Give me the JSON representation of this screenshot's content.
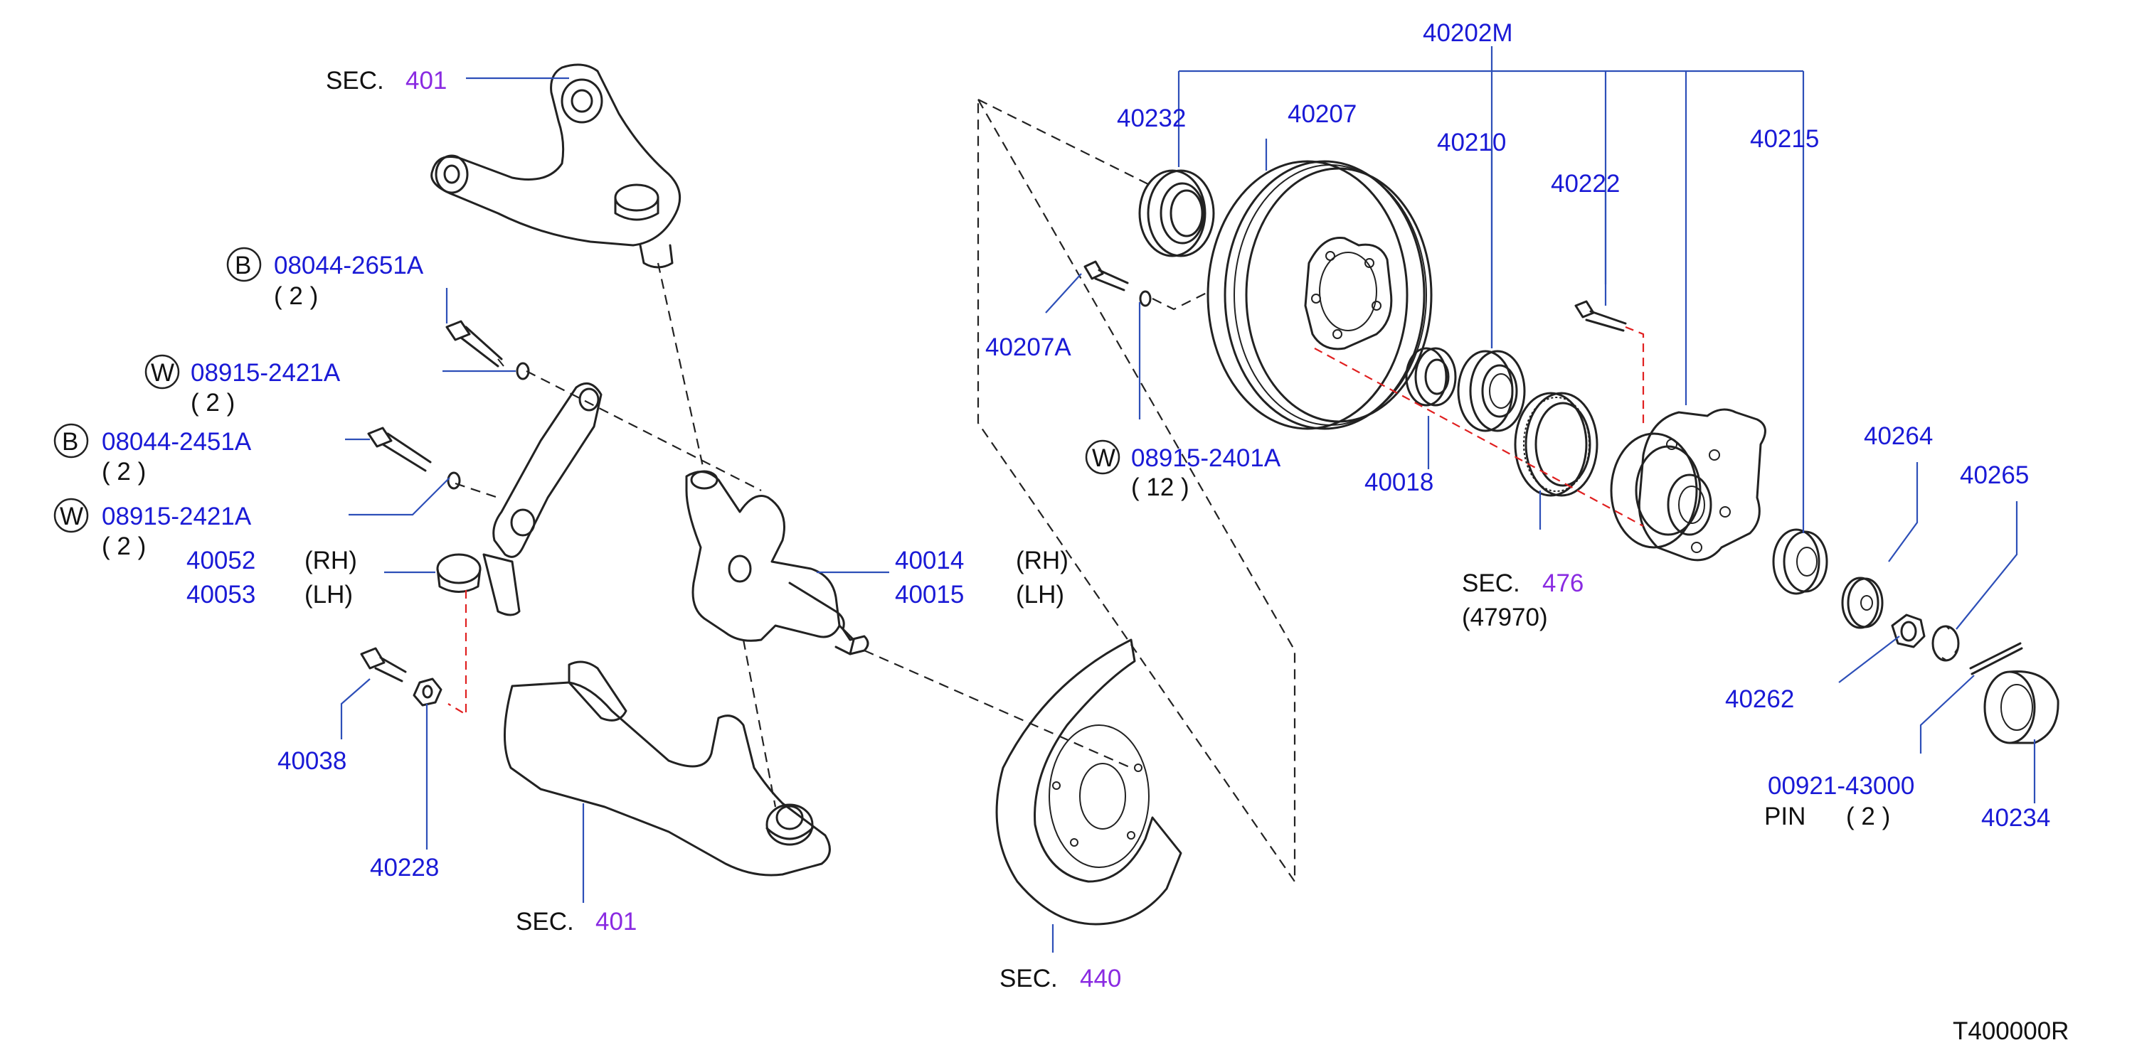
{
  "diagram_id": "T400000R",
  "part_labels": {
    "p40202M": "40202M",
    "p40232": "40232",
    "p40207": "40207",
    "p40210": "40210",
    "p40215": "40215",
    "p40222": "40222",
    "p40207A": "40207A",
    "p40018": "40018",
    "p40264": "40264",
    "p40265": "40265",
    "p40262": "40262",
    "p00921": "00921-43000",
    "p40234": "40234",
    "p40053": "40053",
    "p40015": "40015",
    "p40038": "40038",
    "p40228": "40228"
  },
  "fasteners": {
    "b1": {
      "badge": "B",
      "code": "08044-2651A",
      "qty": "( 2 )"
    },
    "w1": {
      "badge": "W",
      "code": "08915-2421A",
      "qty": "( 2 )"
    },
    "b2": {
      "badge": "B",
      "code": "08044-2451A",
      "qty": "( 2 )"
    },
    "w2": {
      "badge": "W",
      "code": "08915-2421A",
      "qty": "( 2 )"
    },
    "w3": {
      "badge": "W",
      "code": "08915-2401A",
      "qty": "( 12 )"
    }
  },
  "sections": {
    "top": {
      "prefix": "SEC.",
      "num": "401"
    },
    "lower_arm": {
      "prefix": "SEC.",
      "num": "401"
    },
    "shield": {
      "prefix": "SEC.",
      "num": "440"
    },
    "sensor": {
      "prefix": "SEC.",
      "num": "476",
      "sub": "(47970)"
    }
  },
  "side_marks": {
    "rh": "(RH)",
    "lh": "(LH)",
    "rh2": "(RH)",
    "lh2": "(LH)"
  },
  "knuckle_rh_label": "40052",
  "spindle_rh_label": "40014",
  "pin_label": "PIN",
  "pin_qty": "( 2 )",
  "colors": {
    "part_numbers": "#1a1ad6",
    "section_numbers": "#8a2be2",
    "leader_lines": "#2d4fb8",
    "red_dash": "#e02020"
  }
}
